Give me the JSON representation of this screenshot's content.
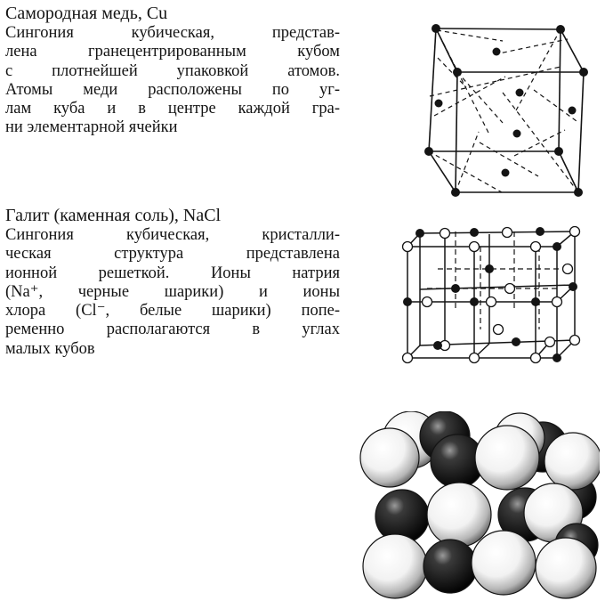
{
  "copper": {
    "title": "Самородная медь, Cu",
    "lines": [
      "Сингония кубическая, представ-",
      "лена гранецентрированным кубом",
      "с плотнейшей упаковкой атомов.",
      "Атомы меди расположены по уг-",
      "лам куба и в центре каждой гра-",
      "ни элементарной ячейки"
    ]
  },
  "halite": {
    "title": "Галит (каменная соль), NaCl",
    "lines": [
      "Сингония кубическая, кристалли-",
      "ческая структура представлена",
      "ионной решеткой. Ионы натрия",
      "(Na⁺, черные шарики) и ионы",
      "хлора (Cl⁻, белые шарики) попе-",
      "ременно располагаются в углах",
      "малых кубов"
    ]
  },
  "colors": {
    "ink": "#141414",
    "paper": "#ffffff"
  }
}
